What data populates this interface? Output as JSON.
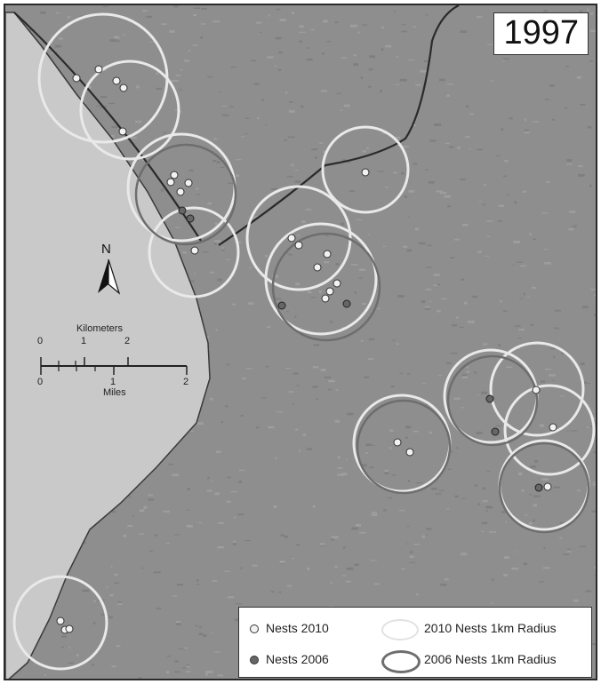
{
  "map": {
    "year": "1997",
    "north_label": "N",
    "scale": {
      "km_label": "Kilometers",
      "km_ticks": [
        "0",
        "1",
        "2"
      ],
      "mi_label": "Miles",
      "mi_ticks": [
        "0",
        "1",
        "2"
      ]
    },
    "legend": {
      "nests_2010": "Nests 2010",
      "nests_2006": "Nests 2006",
      "radius_2010": "2010 Nests 1km Radius",
      "radius_2006": "2006 Nests 1km Radius"
    },
    "colors": {
      "land": "#8e8e8e",
      "water": "#c9c9c9",
      "ring_2010": "#e9e9e9",
      "ring_2006": "#6e6e6e",
      "nest_2010_fill": "#f2f2f2",
      "nest_2006_fill": "#666666"
    }
  }
}
